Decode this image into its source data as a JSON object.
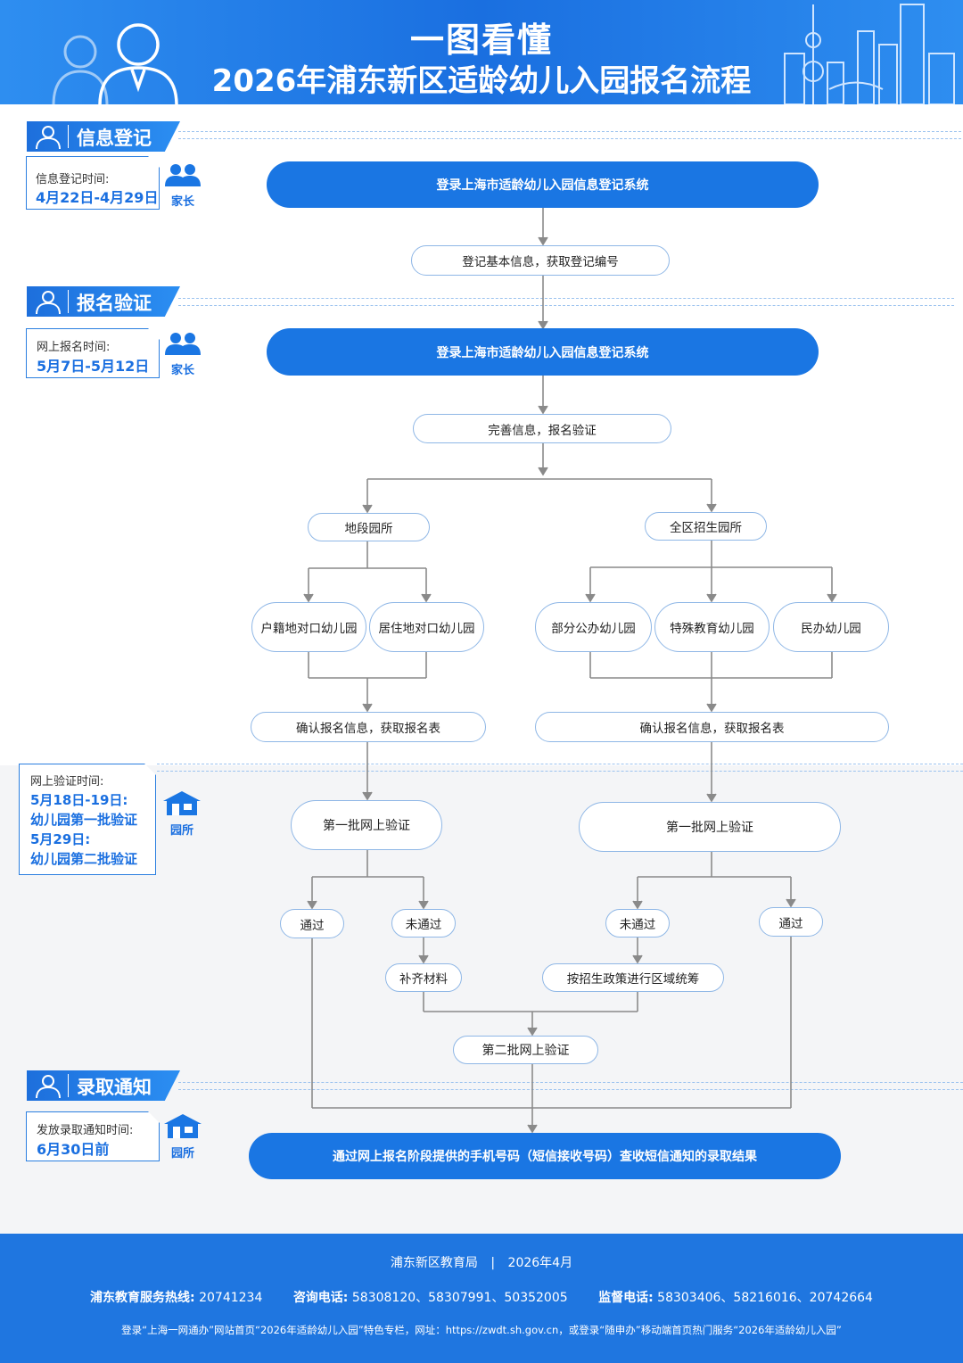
{
  "header": {
    "title1": "一图看懂",
    "title2": "2026年浦东新区适龄幼儿入园报名流程"
  },
  "sections": {
    "s1": {
      "title": "信息登记",
      "icon": "person-icon"
    },
    "s2": {
      "title": "报名验证",
      "icon": "person-icon"
    },
    "s4": {
      "title": "录取通知",
      "icon": "person-icon"
    }
  },
  "info": {
    "i1": {
      "label": "信息登记时间:",
      "value": "4月22日-4月29日"
    },
    "i2": {
      "label": "网上报名时间:",
      "value": "5月7日-5月12日"
    },
    "i3": {
      "label": "网上验证时间:",
      "v1": "5月18日-19日:",
      "v2": "幼儿园第一批验证",
      "v3": "5月29日:",
      "v4": "幼儿园第二批验证"
    },
    "i4": {
      "label": "发放录取通知时间:",
      "value": "6月30日前"
    }
  },
  "roles": {
    "parent": "家长",
    "kindergarten": "园所"
  },
  "flow": {
    "n1": "登录上海市适龄幼儿入园信息登记系统",
    "n2": "登记基本信息，获取登记编号",
    "n3": "登录上海市适龄幼儿入园信息登记系统",
    "n4": "完善信息，报名验证",
    "n5": "地段园所",
    "n6": "全区招生园所",
    "n7": "户籍地对口幼儿园",
    "n8": "居住地对口幼儿园",
    "n9": "部分公办幼儿园",
    "n10": "特殊教育幼儿园",
    "n11": "民办幼儿园",
    "n12": "确认报名信息，获取报名表",
    "n13": "确认报名信息，获取报名表",
    "n14": "第一批网上验证",
    "n15": "第一批网上验证",
    "n16": "通过",
    "n17": "未通过",
    "n18": "未通过",
    "n19": "通过",
    "n20": "补齐材料",
    "n21": "按招生政策进行区域统筹",
    "n22": "第二批网上验证",
    "n23": "通过网上报名阶段提供的手机号码（短信接收号码）查收短信通知的录取结果"
  },
  "footer": {
    "org": "浦东新区教育局",
    "sep": "|",
    "date": "2026年4月",
    "hotline_label": "浦东教育服务热线:",
    "hotline": "20741234",
    "consult_label": "咨询电话:",
    "consult": "58308120、58307991、50352005",
    "supervise_label": "监督电话:",
    "supervise": "58303406、58216016、20742664",
    "note": "登录“上海一网通办”网站首页“2026年适龄幼儿入园”特色专栏，网址：https://zwdt.sh.gov.cn，或登录“随申办”移动端首页热门服务“2026年适龄幼儿入园”"
  },
  "colors": {
    "primary": "#1a76e3",
    "line": "#8a8a8a",
    "outline": "#8fb7e6"
  }
}
